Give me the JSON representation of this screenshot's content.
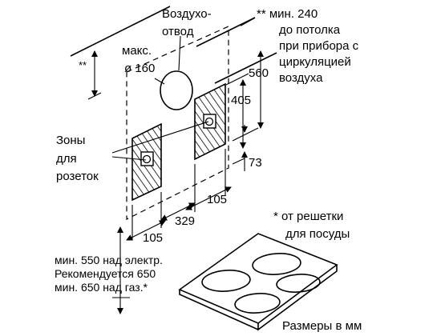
{
  "labels": {
    "air_outlet_line1": "Воздухо-",
    "air_outlet_line2": "отвод",
    "max_line1": "макс.",
    "max_line2": "ø 160",
    "note_min240_line1": "** мин. 240",
    "note_min240_line2": "до потолка",
    "note_min240_line3": "при прибора с",
    "note_min240_line4": "циркуляцией",
    "note_min240_line5": "воздуха",
    "ceiling_marker": "**",
    "zones_line1": "Зоны",
    "zones_line2": "для",
    "zones_line3": "розеток",
    "grille_note_line1": "* от решетки",
    "grille_note_line2": "для посуды",
    "height_line1": "мин. 550 над электр.",
    "height_line2": "Рекомендуется 650",
    "height_line3": "мин. 650 над газ.*",
    "units": "Размеры в мм"
  },
  "dimensions": {
    "d560": "560",
    "d405": "405",
    "d73": "73",
    "d105_right": "105",
    "d329": "329",
    "d105_left": "105"
  },
  "colors": {
    "line": "#000000",
    "background": "#ffffff"
  }
}
